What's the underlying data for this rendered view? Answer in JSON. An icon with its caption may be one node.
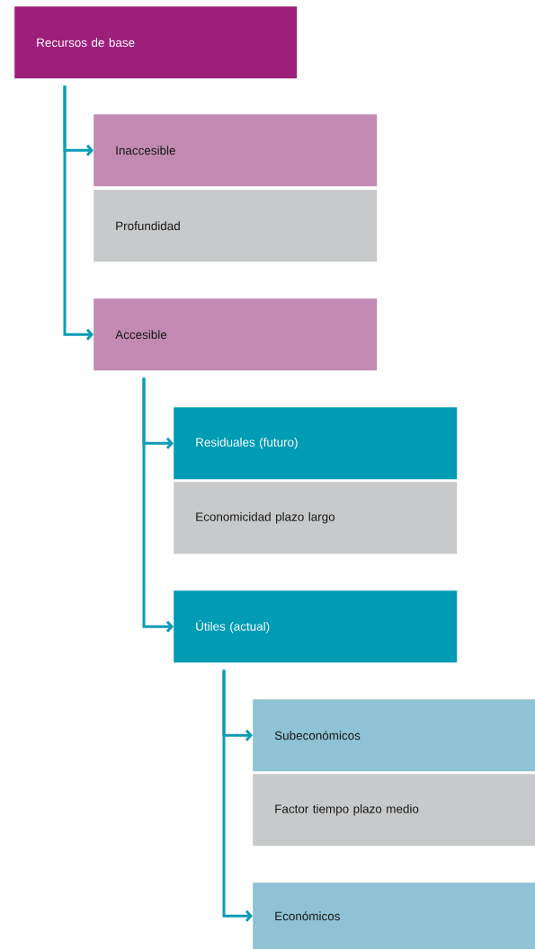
{
  "diagram": {
    "nodes": [
      {
        "text": [
          "Recursos de base"
        ]
      },
      {
        "text": [
          "Inaccesible"
        ]
      },
      {
        "text": [
          "Profundidad"
        ]
      },
      {
        "text": [
          "Accesible"
        ]
      },
      {
        "text": [
          "Residuales (futuro)"
        ]
      },
      {
        "text": [
          "Economicidad plazo largo"
        ]
      },
      {
        "text": [
          "Útiles (actual)"
        ]
      },
      {
        "text": [
          "Subeconómicos"
        ]
      },
      {
        "text": [
          "Factor tiempo plazo medio"
        ]
      },
      {
        "text": [
          "Económicos"
        ]
      }
    ],
    "edges": [
      {
        "from": 0,
        "to": 1,
        "arrow": "to"
      },
      {
        "from": 0,
        "to": 3,
        "arrow": "to"
      },
      {
        "from": 3,
        "to": 4,
        "arrow": "to"
      },
      {
        "from": 3,
        "to": 6,
        "arrow": "to"
      },
      {
        "from": 6,
        "to": 7,
        "arrow": "to"
      },
      {
        "from": 6,
        "to": 9,
        "arrow": "to"
      }
    ]
  }
}
